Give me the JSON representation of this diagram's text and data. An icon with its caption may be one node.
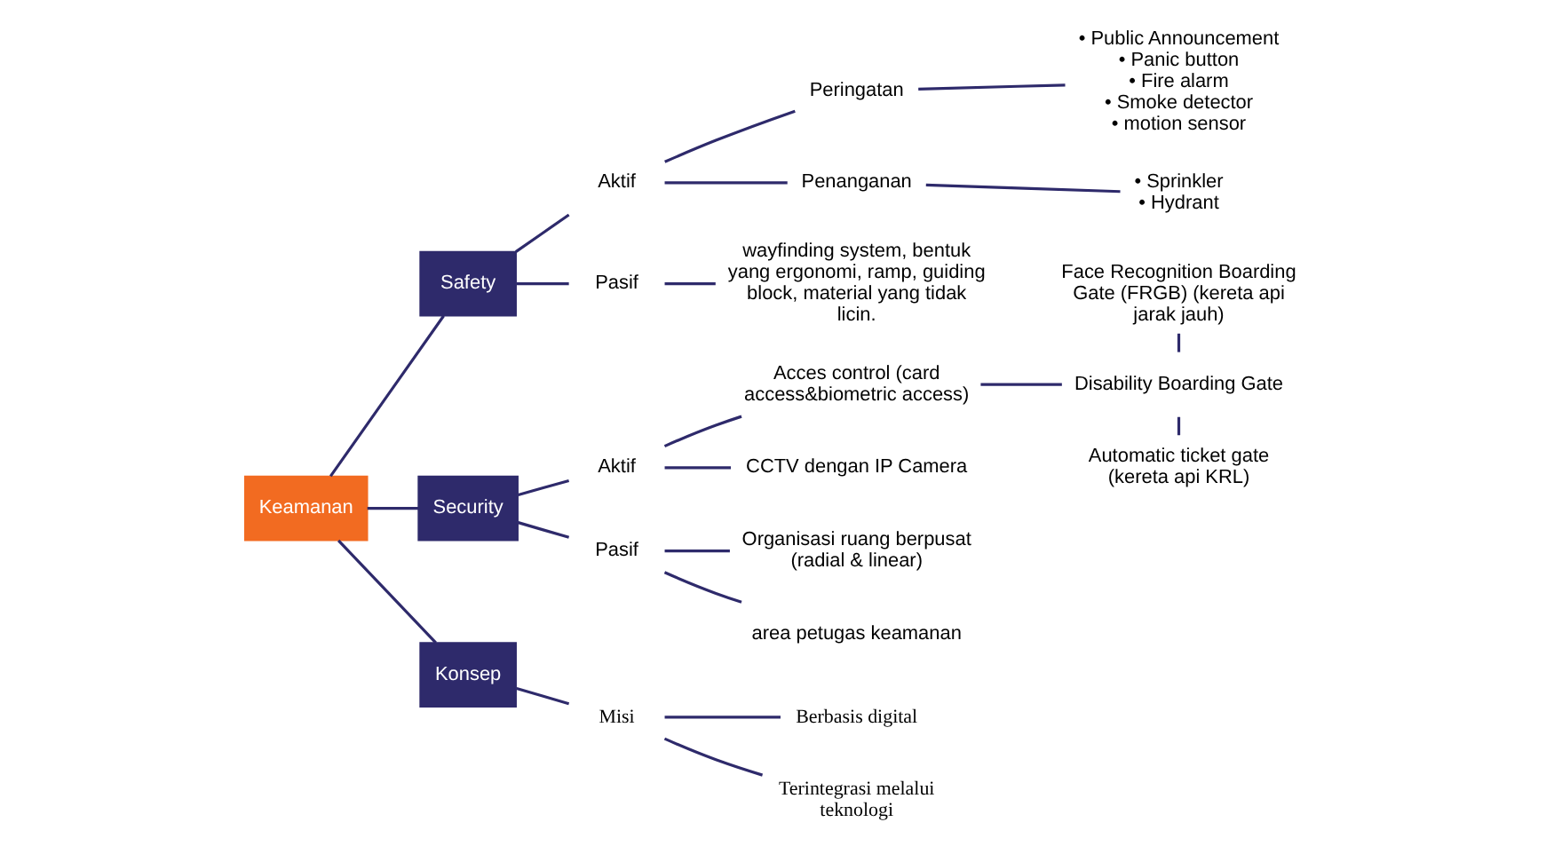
{
  "diagram": {
    "nodes": [
      {
        "text": [
          "Keamanan"
        ]
      },
      {
        "text": [
          "Safety"
        ]
      },
      {
        "text": [
          "Security"
        ]
      },
      {
        "text": [
          "Konsep"
        ]
      },
      {
        "text": [
          "Misi"
        ]
      },
      {
        "text": [
          "Berbasis digital"
        ]
      },
      {
        "text": [
          "Terintegrasi melalui teknologi"
        ]
      },
      {
        "text": [
          "Aktif"
        ]
      },
      {
        "text": [
          "Pasif"
        ]
      },
      {
        "text": [
          "Peringatan"
        ]
      },
      {
        "text": [
          "Penanganan"
        ]
      },
      {
        "text": [
          "• Public Announcement",
          "• Panic button",
          "• Fire alarm",
          "• Smoke detector",
          "• motion sensor"
        ]
      },
      {
        "text": [
          "• Sprinkler",
          "• Hydrant"
        ]
      },
      {
        "text": [
          "wayfinding system, bentuk  yang ergonomi, ramp, guiding block, material yang tidak licin."
        ]
      },
      {
        "text": [
          "Aktif"
        ]
      },
      {
        "text": [
          "Pasif"
        ]
      },
      {
        "text": [
          "Acces control (card access&biometric access)"
        ]
      },
      {
        "text": [
          "CCTV dengan IP Camera"
        ]
      },
      {
        "text": [
          "Face Recognition Boarding Gate (FRGB) (kereta api jarak jauh)"
        ]
      },
      {
        "text": [
          "Disability Boarding Gate"
        ]
      },
      {
        "text": [
          "Automatic ticket gate (kereta api KRL)"
        ]
      },
      {
        "text": [
          "Organisasi ruang berpusat (radial & linear)"
        ]
      },
      {
        "text": [
          "area petugas keamanan"
        ]
      }
    ],
    "edges": [
      {
        "from": 0,
        "to": 1,
        "arrow": "none"
      },
      {
        "from": 0,
        "to": 2,
        "arrow": "none"
      },
      {
        "from": 0,
        "to": 3,
        "arrow": "none"
      },
      {
        "from": 3,
        "to": 4,
        "arrow": "none"
      },
      {
        "from": 4,
        "to": 5,
        "arrow": "none"
      },
      {
        "from": 4,
        "to": 6,
        "arrow": "none"
      },
      {
        "from": 1,
        "to": 7,
        "arrow": "none"
      },
      {
        "from": 1,
        "to": 8,
        "arrow": "none"
      },
      {
        "from": 7,
        "to": 9,
        "arrow": "none"
      },
      {
        "from": 7,
        "to": 10,
        "arrow": "none"
      },
      {
        "from": 9,
        "to": 11,
        "arrow": "none"
      },
      {
        "from": 10,
        "to": 12,
        "arrow": "none"
      },
      {
        "from": 8,
        "to": 13,
        "arrow": "none"
      },
      {
        "from": 2,
        "to": 14,
        "arrow": "none"
      },
      {
        "from": 2,
        "to": 15,
        "arrow": "none"
      },
      {
        "from": 14,
        "to": 16,
        "arrow": "none"
      },
      {
        "from": 14,
        "to": 17,
        "arrow": "none"
      },
      {
        "from": 16,
        "to": 19,
        "arrow": "none"
      },
      {
        "from": 18,
        "to": 19,
        "arrow": "none"
      },
      {
        "from": 19,
        "to": 20,
        "arrow": "none"
      },
      {
        "from": 15,
        "to": 21,
        "arrow": "none"
      },
      {
        "from": 15,
        "to": 22,
        "arrow": "none"
      }
    ]
  }
}
